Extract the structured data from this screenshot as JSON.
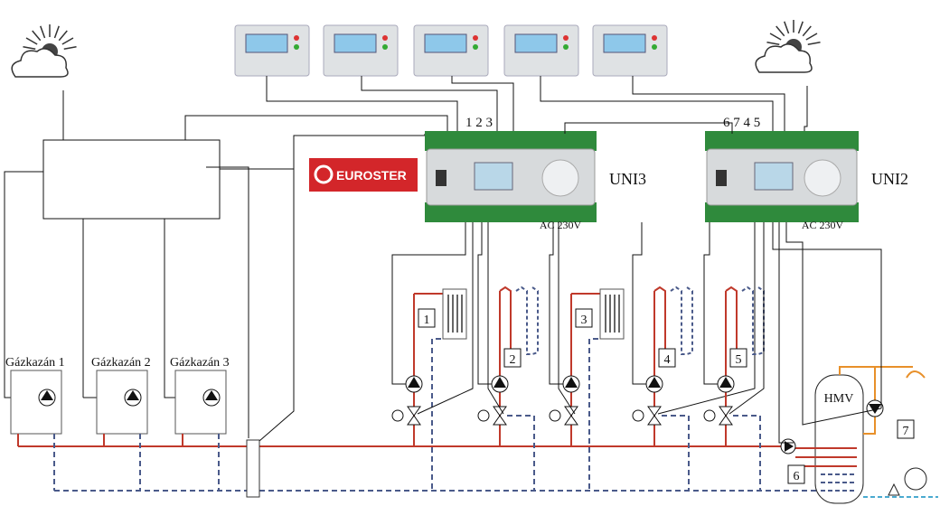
{
  "colors": {
    "supply": "#c0392b",
    "return": "#4a5a8a",
    "dhw": "#e8902a",
    "cold": "#4aaad0",
    "wire": "#111111",
    "logo": "#d3262a",
    "terminal": "#2f8a3c",
    "module": "#d7dadc"
  },
  "thermostats": [
    {
      "icon": "room-thermostat-icon"
    },
    {
      "icon": "room-thermostat-icon"
    },
    {
      "icon": "room-thermostat-icon"
    },
    {
      "icon": "room-thermostat-icon"
    },
    {
      "icon": "room-thermostat-icon"
    }
  ],
  "controllers": [
    {
      "name": "UNI3",
      "terminals": "1  2 3",
      "power": "AC 230V"
    },
    {
      "name": "UNI2",
      "terminals": "6 7   4 5",
      "power": "AC 230V"
    }
  ],
  "logo": {
    "text": "EUROSTER"
  },
  "boilers": [
    {
      "label": "Gázkazán 1"
    },
    {
      "label": "Gázkazán 2"
    },
    {
      "label": "Gázkazán 3"
    }
  ],
  "circuits": [
    {
      "label": "1",
      "type": "radiator"
    },
    {
      "label": "2",
      "type": "floor"
    },
    {
      "label": "3",
      "type": "radiator"
    },
    {
      "label": "4",
      "type": "floor"
    },
    {
      "label": "5",
      "type": "floor"
    }
  ],
  "dhw": {
    "tank_label": "HMV",
    "coil_label": "6",
    "pump_label": "7"
  }
}
